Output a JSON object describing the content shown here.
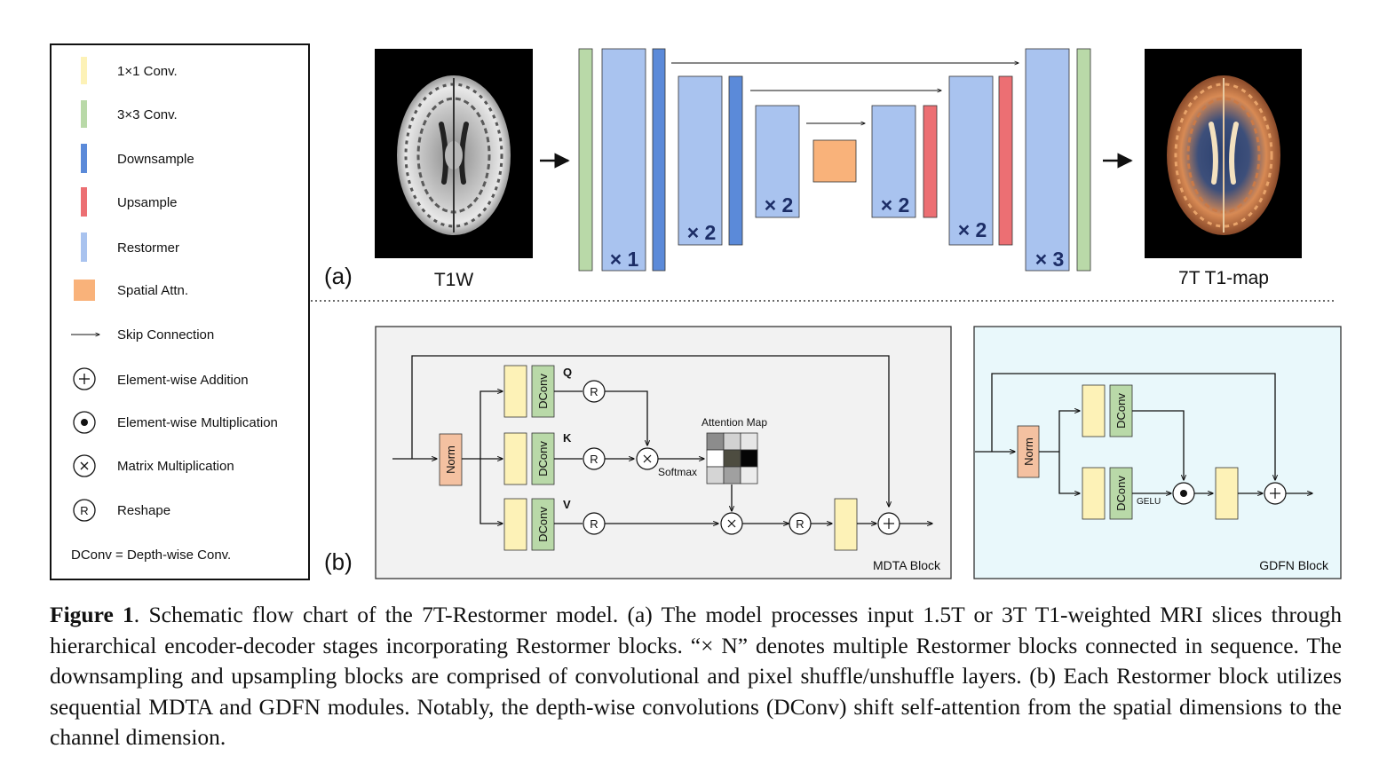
{
  "legend": {
    "items": [
      {
        "label": "1×1 Conv.",
        "icon": "conv1x1-swatch-icon",
        "color": "#fdf2b7"
      },
      {
        "label": "3×3 Conv.",
        "icon": "conv3x3-swatch-icon",
        "color": "#b9d9a8"
      },
      {
        "label": "Downsample",
        "icon": "downsample-swatch-icon",
        "color": "#5b8ad9"
      },
      {
        "label": "Upsample",
        "icon": "upsample-swatch-icon",
        "color": "#ec6f73"
      },
      {
        "label": "Restormer",
        "icon": "restormer-swatch-icon",
        "color": "#a9c3ef"
      },
      {
        "label": "Spatial Attn.",
        "icon": "spatial-attn-swatch-icon",
        "color": "#f9b27a"
      },
      {
        "label": "Skip Connection",
        "icon": "arrow-icon"
      },
      {
        "label": "Element-wise Addition",
        "icon": "plus-circle-icon"
      },
      {
        "label": "Element-wise Multiplication",
        "icon": "dot-circle-icon"
      },
      {
        "label": "Matrix Multiplication",
        "icon": "times-circle-icon"
      },
      {
        "label": "Reshape",
        "icon": "reshape-circle-icon"
      }
    ],
    "note": "DConv = Depth-wise Conv."
  },
  "panel_a": {
    "tag": "(a)",
    "input_label": "T1W",
    "output_label": "7T T1-map",
    "stages": [
      "× 1",
      "× 2",
      "× 2",
      "× 2",
      "× 2",
      "× 3"
    ]
  },
  "panel_b": {
    "tag": "(b)",
    "mdta": {
      "title": "MDTA Block",
      "norm": "Norm",
      "dconv": "DConv",
      "q": "Q",
      "k": "K",
      "v": "V",
      "reshape": "R",
      "attention_map": "Attention Map",
      "softmax": "Softmax"
    },
    "gdfn": {
      "title": "GDFN Block",
      "norm": "Norm",
      "dconv": "DConv",
      "gelu": "GELU"
    }
  },
  "caption": {
    "label": "Figure 1",
    "text": ". Schematic flow chart of the 7T-Restormer model. (a) The model processes input 1.5T or 3T T1-weighted MRI slices through hierarchical encoder-decoder stages incorporating Restormer blocks. “× N” denotes multiple Restormer blocks connected in sequence. The downsampling and upsampling blocks are comprised of convolutional and pixel shuffle/unshuffle layers. (b) Each Restormer block utilizes sequential MDTA and GDFN modules. Notably, the depth-wise convolutions (DConv) shift self-attention from the spatial dimensions to the channel dimension."
  }
}
